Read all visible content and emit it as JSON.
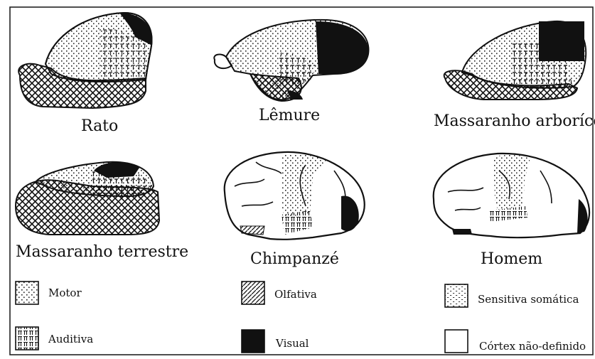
{
  "specimens": [
    {
      "key": "rat",
      "label": "Rato"
    },
    {
      "key": "lemur",
      "label": "Lêmure"
    },
    {
      "key": "tree_shrew",
      "label": "Massaranho arborícola"
    },
    {
      "key": "ground_shrew",
      "label": "Massaranho terrestre"
    },
    {
      "key": "chimp",
      "label": "Chimpanzé"
    },
    {
      "key": "human",
      "label": "Homem"
    }
  ],
  "legend": [
    {
      "key": "motor",
      "label": "Motor"
    },
    {
      "key": "olfactory",
      "label": "Olfativa"
    },
    {
      "key": "somatic",
      "label": "Sensitiva somática"
    },
    {
      "key": "auditory",
      "label": "Auditiva"
    },
    {
      "key": "visual",
      "label": "Visual"
    },
    {
      "key": "undefined",
      "label": "Córtex não-definido"
    }
  ]
}
